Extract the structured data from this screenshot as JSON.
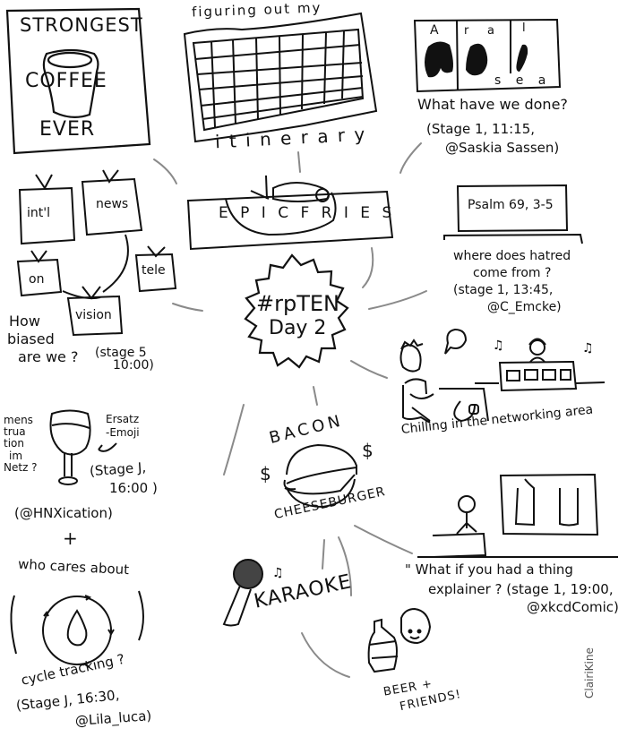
{
  "center": {
    "line1": "#rpTEN",
    "line2": "Day 2"
  },
  "coffee": {
    "line1": "STRONGEST",
    "line2": "COFFEE",
    "line3": "EVER"
  },
  "itinerary": {
    "top": "figuring out my",
    "bottom": "i t i n e r a r y"
  },
  "aral": {
    "letters_top": [
      "A",
      "r",
      "a",
      "l"
    ],
    "letters_bottom": "s e a",
    "caption": "What have we done?",
    "detail1": "(Stage 1, 11:15,",
    "detail2": "@Saskia Sassen)"
  },
  "fries": {
    "label": "E P I C   F R I E S"
  },
  "tv": {
    "screens": [
      "int'l",
      "news",
      "on",
      "tele",
      "vision"
    ],
    "caption1": "How",
    "caption2": "biased",
    "caption3": "are we ?",
    "detail1": "(stage 5",
    "detail2": "10:00)"
  },
  "psalm": {
    "box": "Psalm 69, 3-5",
    "caption1": "where does hatred",
    "caption2": "come from ?",
    "detail1": "(stage 1, 13:45,",
    "detail2": "@C_Emcke)"
  },
  "networking": {
    "caption": "Chilling in the networking area"
  },
  "menstruation": {
    "side": [
      "mens",
      "trua",
      "tion",
      "im",
      "Netz ?"
    ],
    "emoji1": "Ersatz",
    "emoji2": "-Emoji",
    "detail1": "(Stage J,",
    "detail2": "16:00 )",
    "handle": "(@HNXication)",
    "plus": "+",
    "who": "who cares about"
  },
  "cycle": {
    "caption": "cycle tracking ?",
    "detail1": "(Stage J, 16:30,",
    "detail2": "@Lila_luca)"
  },
  "burger": {
    "top": "BACON",
    "bottom": "CHEESEBURGER",
    "currency": "$"
  },
  "xkcd": {
    "quote1": "\" What if you had a thing",
    "quote2": "explainer ? (stage 1, 19:00,",
    "quote3": "@xkcdComic)"
  },
  "karaoke": {
    "label": "KARAOKE",
    "note": "♫"
  },
  "beer": {
    "line1": "BEER +",
    "line2": "FRIENDS!"
  },
  "signature": "ClairiKine",
  "colors": {
    "ink": "#111111",
    "connector": "#8a8a8a",
    "paper": "#ffffff"
  }
}
